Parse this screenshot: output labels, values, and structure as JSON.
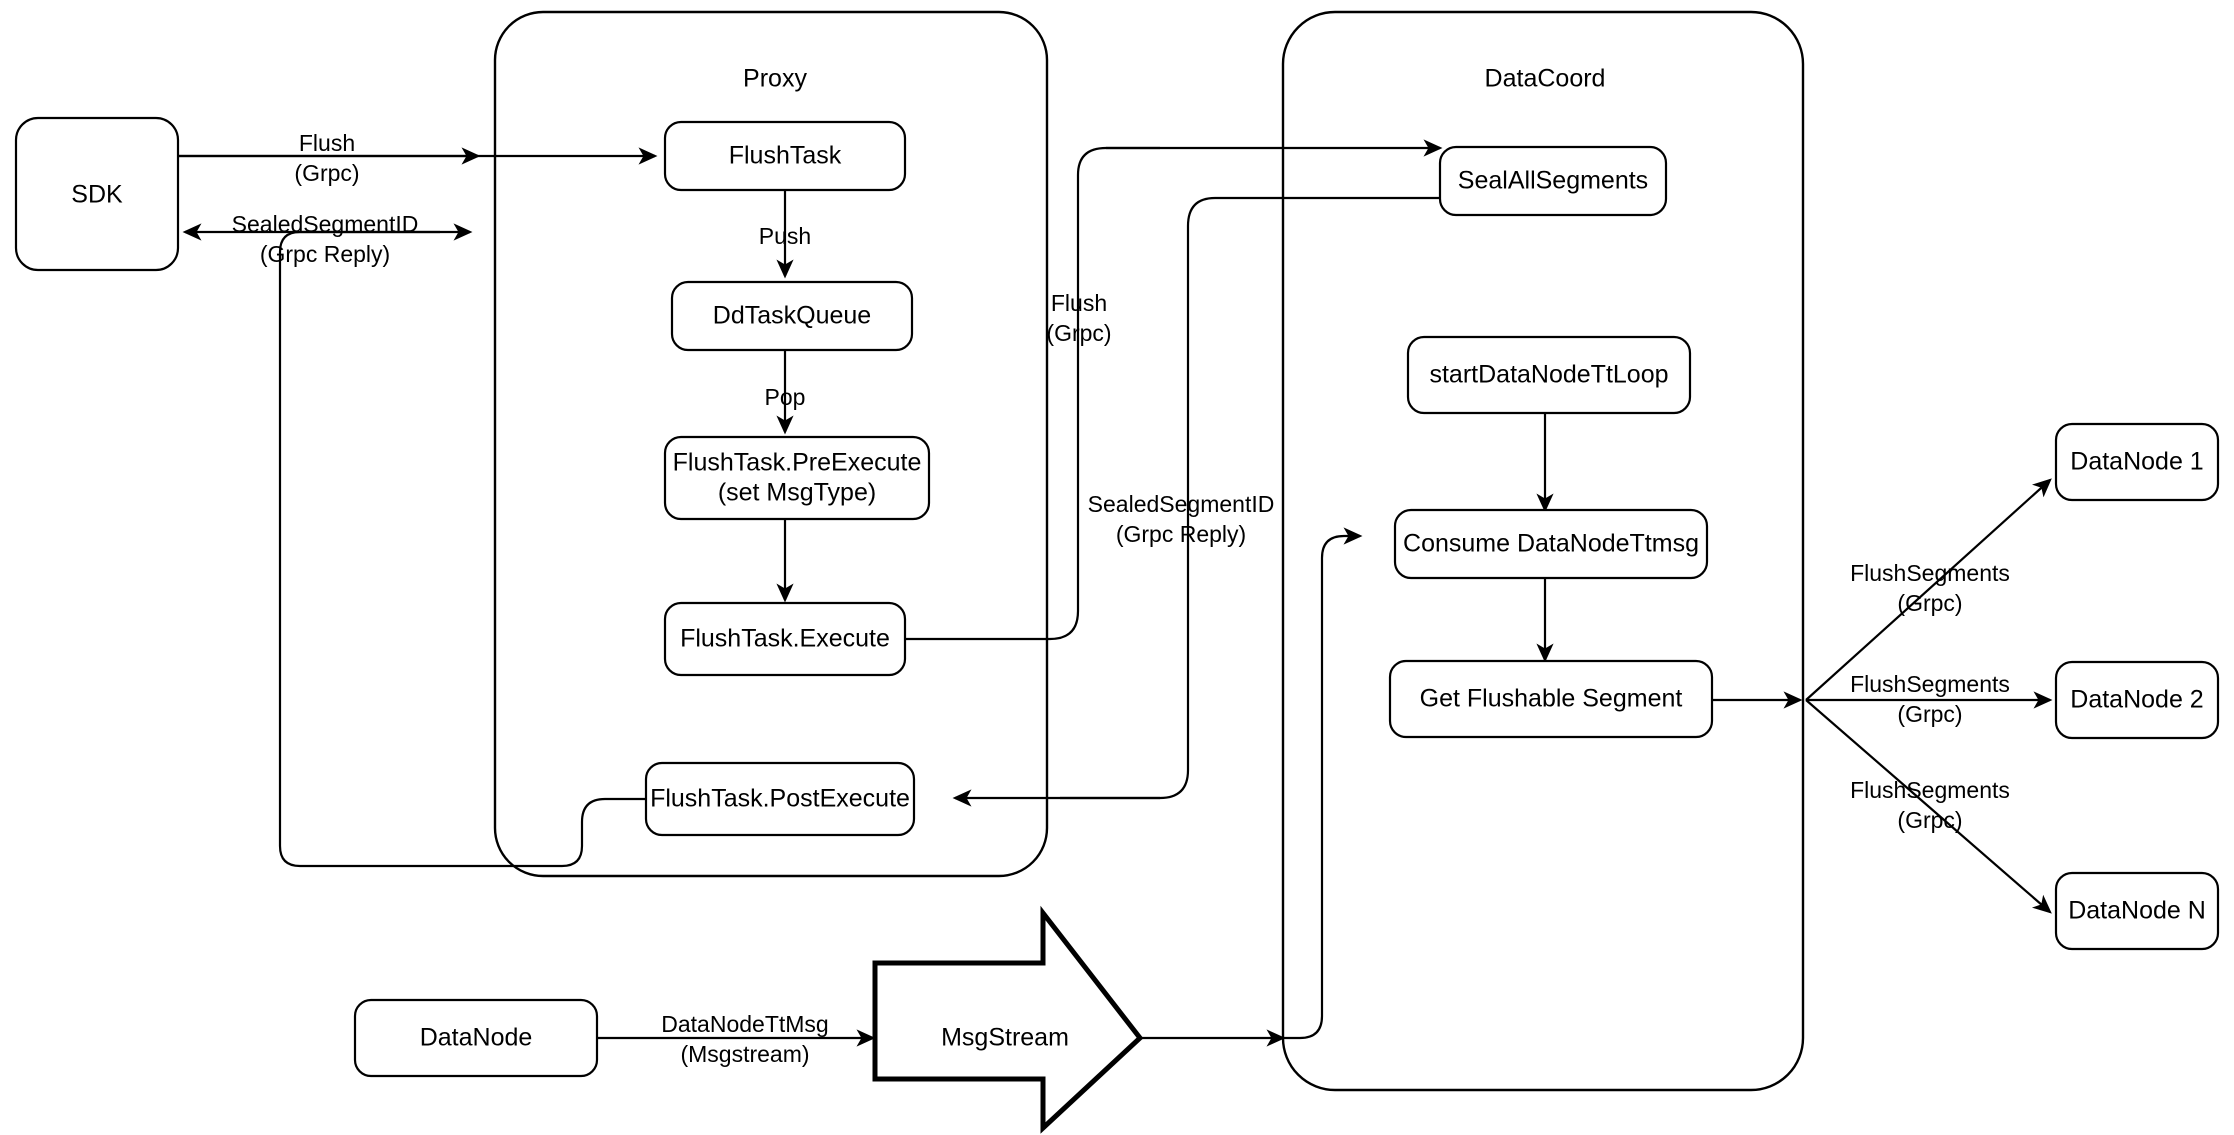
{
  "diagram": {
    "title": "Milvus Flush Sequence Flow",
    "background_color": "#ffffff",
    "stroke_color": "#000000",
    "fill_color": "#ffffff"
  },
  "containers": [
    {
      "id": "proxy",
      "label": "Proxy"
    },
    {
      "id": "datacoord",
      "label": "DataCoord"
    }
  ],
  "nodes": {
    "sdk": "SDK",
    "flush_task": "FlushTask",
    "dd_task_queue": "DdTaskQueue",
    "pre_execute_line1": "FlushTask.PreExecute",
    "pre_execute_line2": "(set MsgType)",
    "execute": "FlushTask.Execute",
    "post_execute": "FlushTask.PostExecute",
    "seal_all_segments": "SealAllSegments",
    "start_tt_loop": "startDataNodeTtLoop",
    "consume_ttmsg": "Consume DataNodeTtmsg",
    "get_flushable": "Get Flushable Segment",
    "data_node_1": "DataNode 1",
    "data_node_2": "DataNode 2",
    "data_node_n": "DataNode N",
    "data_node_bottom": "DataNode",
    "msg_stream": "MsgStream"
  },
  "edge_labels": {
    "sdk_to_proxy_l1": "Flush",
    "sdk_to_proxy_l2": "(Grpc)",
    "proxy_to_sdk_l1": "SealedSegmentID",
    "proxy_to_sdk_l2": "(Grpc Reply)",
    "push": "Push",
    "pop": "Pop",
    "proxy_to_coord_l1": "Flush",
    "proxy_to_coord_l2": "(Grpc)",
    "coord_to_proxy_l1": "SealedSegmentID",
    "coord_to_proxy_l2": "(Grpc Reply)",
    "flush_segments_1_l1": "FlushSegments",
    "flush_segments_1_l2": "(Grpc)",
    "flush_segments_2_l1": "FlushSegments",
    "flush_segments_2_l2": "(Grpc)",
    "flush_segments_n_l1": "FlushSegments",
    "flush_segments_n_l2": "(Grpc)",
    "datanode_ttmsg_l1": "DataNodeTtMsg",
    "datanode_ttmsg_l2": "(Msgstream)"
  }
}
